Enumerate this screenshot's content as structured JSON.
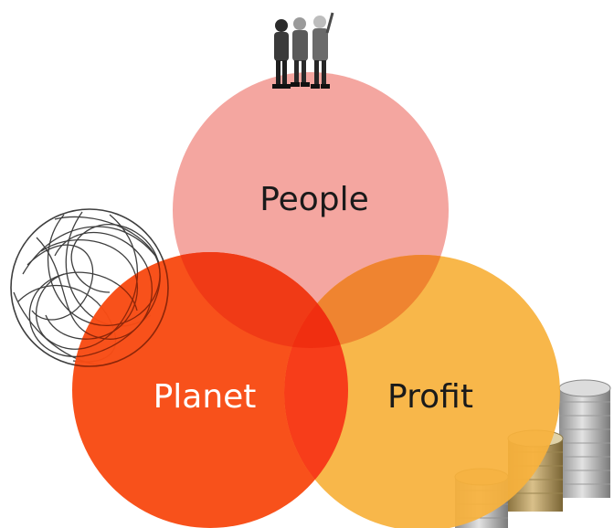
{
  "diagram": {
    "type": "venn",
    "circles": [
      {
        "label": "People",
        "color": "#f4a6a0"
      },
      {
        "label": "Planet",
        "color": "#f84b14"
      },
      {
        "label": "Profit",
        "color": "#f7b23c"
      }
    ],
    "overlap_colors": {
      "people_planet": "#f03a16",
      "people_profit": "#ef8430",
      "planet_profit": "#f73d1a",
      "center": "#f02e10"
    },
    "decorations": [
      "people-standing-illustration",
      "scribble-sphere-illustration",
      "coin-stacks-illustration"
    ]
  }
}
